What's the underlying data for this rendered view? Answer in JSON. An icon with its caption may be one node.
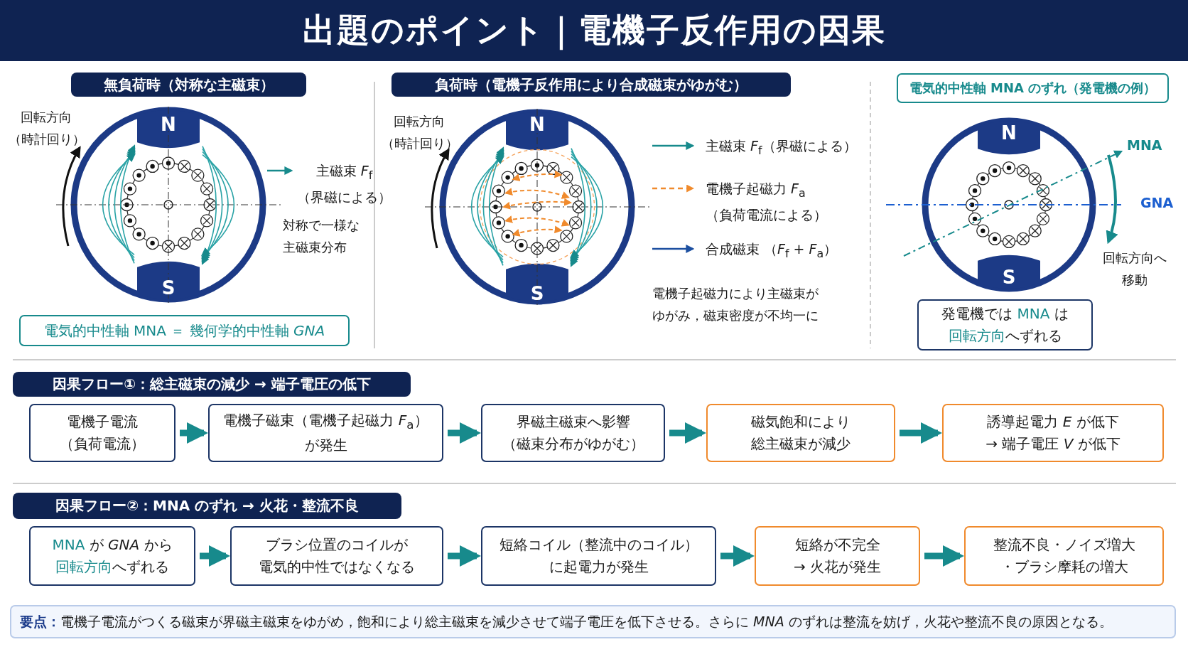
{
  "diagram": {
    "title": "出題のポイント｜電機子反作用の因果",
    "nodes": [
      {
        "text": [
          "無負荷時（対称な主磁束）"
        ]
      },
      {
        "text": [
          "**電気的中性軸 MNA** ＝ **幾何学的中性軸** *GNA*"
        ]
      },
      {
        "text": [
          "負荷時（電機子反作用により合成磁束がゆがむ）"
        ]
      },
      {
        "text": [
          "電気的中性軸 MNA のずれ（発電機の例）"
        ]
      },
      {
        "text": [
          "発電機では **MNA** は**回転方向**へずれる"
        ]
      },
      {
        "text": [
          "因果フロー①：総主磁束の減少 → 端子電圧の低下"
        ]
      },
      {
        "text": [
          "電機子電流（負荷電流）"
        ]
      },
      {
        "text": [
          "電機子磁束（電機子起磁力 *F*$_{a}$）が発生"
        ]
      },
      {
        "text": [
          "界磁主磁束へ影響（磁束分布がゆがむ）"
        ]
      },
      {
        "text": [
          "磁気飽和により総主磁束が減少"
        ]
      },
      {
        "text": [
          "誘導起電力 *E* が低下→ 端子電圧 *V* が低下"
        ]
      },
      {
        "text": [
          "因果フロー②：MNA のずれ → 火花・整流不良"
        ]
      },
      {
        "text": [
          "**MNA** が *GNA* から**回転方向**へずれる"
        ]
      },
      {
        "text": [
          "ブラシ位置のコイルが電気的中性ではなくなる"
        ]
      },
      {
        "text": [
          "短絡コイル（整流中のコイル）に起電力が発生"
        ]
      },
      {
        "text": [
          "短絡が不完全→ 火花が発生"
        ]
      },
      {
        "text": [
          "整流不良・ノイズ増大・ブラシ摩耗の増大"
        ]
      },
      {
        "text": [
          "**要点：**電機子電流がつくる磁束が界磁主磁束をゆがめ，飽和により総主磁束を減少させて端子電圧を低下させる。さらに *MNA* のずれは整流を妨げ，火花や整流不良の原因となる。"
        ]
      }
    ],
    "edges": [
      {
        "from": 6,
        "to": 7,
        "arrow": "to"
      },
      {
        "from": 7,
        "to": 8,
        "arrow": "to"
      },
      {
        "from": 8,
        "to": 9,
        "arrow": "to"
      },
      {
        "from": 9,
        "to": 10,
        "arrow": "to"
      },
      {
        "from": 12,
        "to": 13,
        "arrow": "to"
      },
      {
        "from": 13,
        "to": 14,
        "arrow": "to"
      },
      {
        "from": 14,
        "to": 15,
        "arrow": "to"
      },
      {
        "from": 15,
        "to": 16,
        "arrow": "to"
      }
    ],
    "labels": [
      "回転方向（時計回り）",
      "N",
      "S",
      "対称で一様な主磁束分布",
      "回転方向（時計回り）",
      "N",
      "S",
      "電機子起磁力により主磁束がゆがみ，磁束密度が不均一に",
      "N",
      "MNA",
      "GNA",
      "S",
      "回転方向へ移動"
    ],
    "legend": [
      {
        "text": "主磁束 *F*$_{f}$（界磁による）"
      },
      {
        "text": "主磁束 *F*$_{f}$（界磁による）"
      },
      {
        "text": "電機子起磁力 *F*$_{a}$（負荷電流による）"
      },
      {
        "text": "合成磁束 （*F*$_{f}$ + *F*$_{a}$）"
      }
    ]
  }
}
